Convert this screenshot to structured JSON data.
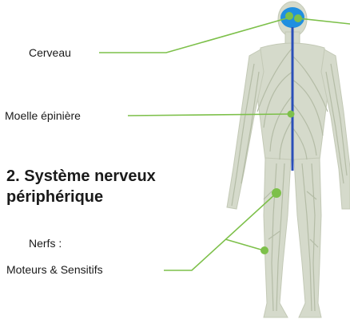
{
  "labels": {
    "brain": "Cerveau",
    "spinal_cord": "Moelle épinière",
    "nerves_title": "Nerfs :",
    "nerves_types": "Moteurs & Sensitifs"
  },
  "section2": {
    "line1": "2. Système nerveux",
    "line2": "périphérique"
  },
  "colors": {
    "body": "#d5dacb",
    "nerve": "#b4bca6",
    "leader": "#7dc04a",
    "dot": "#7dc04a",
    "spine": "#2a4fb8",
    "brain": "#1f8fe0"
  }
}
